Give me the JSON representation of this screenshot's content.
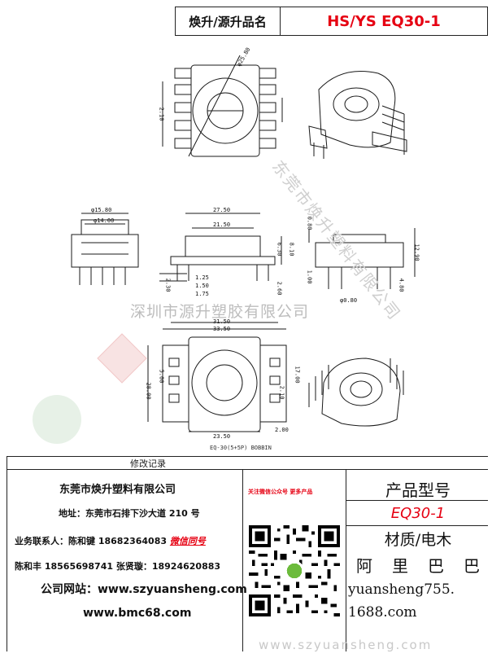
{
  "header": {
    "label": "焕升/源升品名",
    "value": "HS/YS EQ30-1"
  },
  "drawing": {
    "watermark": "深圳市源升塑胶有限公司",
    "diagonal_watermark": "东莞市焕升塑料有限公司",
    "caption": "EQ-30(5+5P) BOBBIN",
    "dims": {
      "top_dia": "φ25.80",
      "top_h": "2.10",
      "d1": "φ15.80",
      "d2": "φ14.00",
      "w1": "27.50",
      "w2": "21.50",
      "h1": "6.30",
      "h2": "8.10",
      "h3": "1.25",
      "h4": "1.50",
      "h5": "1.75",
      "h6": "2.30",
      "h7": "2.60",
      "r1": "0.80",
      "r2": "12.90",
      "r3": "1.00",
      "r4": "4.80",
      "r5": "φ0.80",
      "b1": "31.50",
      "b2": "33.50",
      "b3": "23.50",
      "b4": "2.00",
      "b5": "5.00",
      "b6": "17.00",
      "b7": "2.10",
      "b8": "28.00"
    }
  },
  "record_label": "修改记录",
  "company": {
    "name": "东莞市焕升塑料有限公司",
    "address": "地址：东莞市石排下沙大道 210 号",
    "contact_label": "业务联系人：",
    "contact": "陈和键 18682364083",
    "wechat": "微信同号",
    "contact2": "陈和丰  18565698741  张贤璇：18924620883",
    "site_label": "公司网站：",
    "site": "www.szyuansheng.com",
    "site2": "www.bmc68.com"
  },
  "follow_note": "关注微信公众号  更多产品",
  "product": {
    "label": "产品型号",
    "value": "EQ30-1",
    "material": "材质/电木",
    "alibaba": [
      "阿",
      "里",
      "巴",
      "巴"
    ],
    "store1": "yuansheng755.",
    "store2": "1688.com"
  },
  "bottom_watermark": "www.szyuansheng.com",
  "colors": {
    "accent": "#e60012",
    "border": "#222222"
  }
}
